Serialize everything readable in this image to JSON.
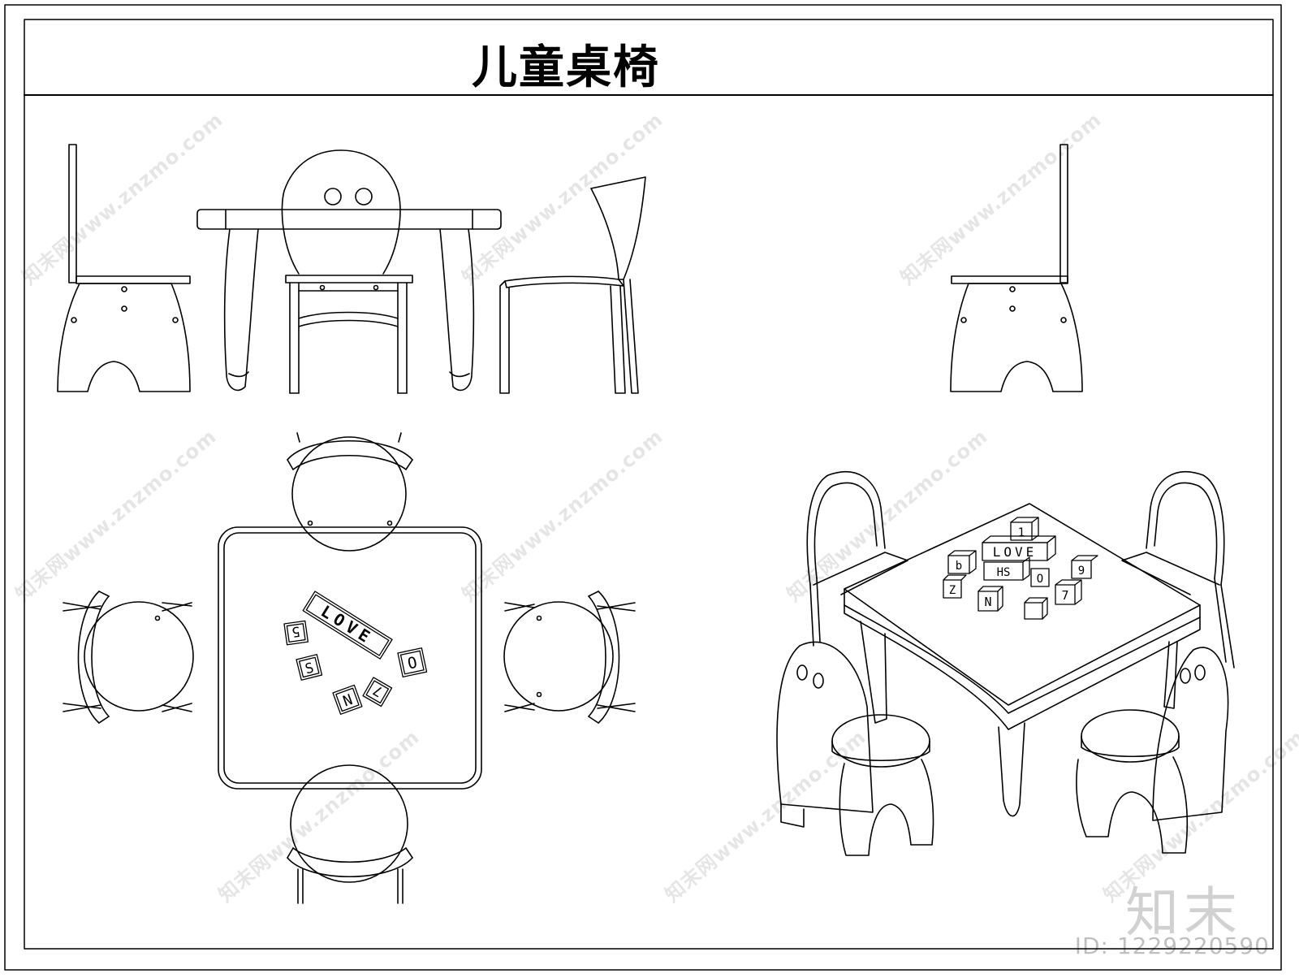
{
  "title": "儿童桌椅",
  "blocks": {
    "top_view": [
      "LOVE",
      "5",
      "S",
      "N",
      "7",
      "O"
    ],
    "iso_view": [
      "LOVE",
      "HS",
      "O",
      "N",
      "7",
      "9",
      "1",
      "Z",
      "b"
    ]
  },
  "watermark": {
    "text": "知末网www.znzmo.com",
    "brand": "知末",
    "id": "ID: 1229220590"
  }
}
